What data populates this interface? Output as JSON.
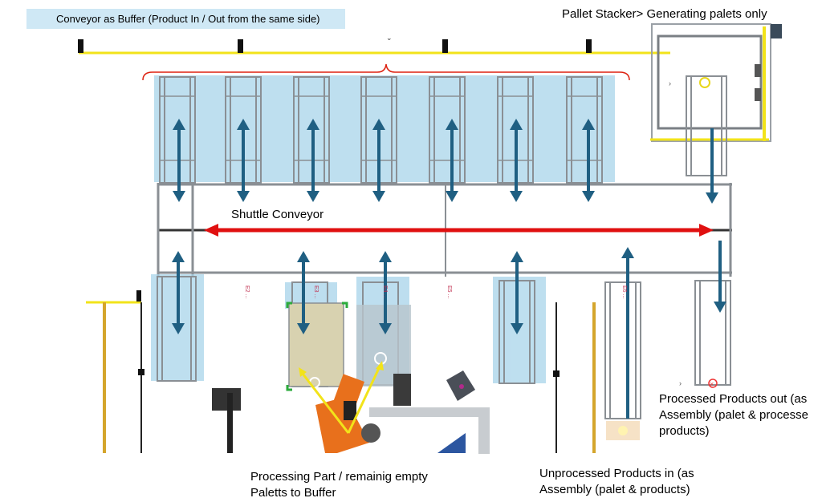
{
  "labels": {
    "buffer_title": "Conveyor as Buffer (Product In / Out from the same side)",
    "stacker_title": "Pallet Stacker> Generating palets only",
    "shuttle": "Shuttle Conveyor",
    "processed_out_line1": "Processed Products out (as",
    "processed_out_line2": "Assembly (palet & processe",
    "processed_out_line3": "products)",
    "unprocessed_in_line1": "Unprocessed Products in (as",
    "unprocessed_in_line2": "Assembly (palet & products)",
    "processing_line1": "Processing Part / remainig empty",
    "processing_line2": "Paletts to Buffer"
  },
  "colors": {
    "buffer_zone": "#a8d4ea",
    "arrow_blue": "#1f5f82",
    "arrow_red": "#e01010",
    "conveyor_frame": "#8a8f94",
    "yellow": "#f2e31a",
    "robot_orange": "#e8701c",
    "gold_pole": "#d4a52c"
  }
}
